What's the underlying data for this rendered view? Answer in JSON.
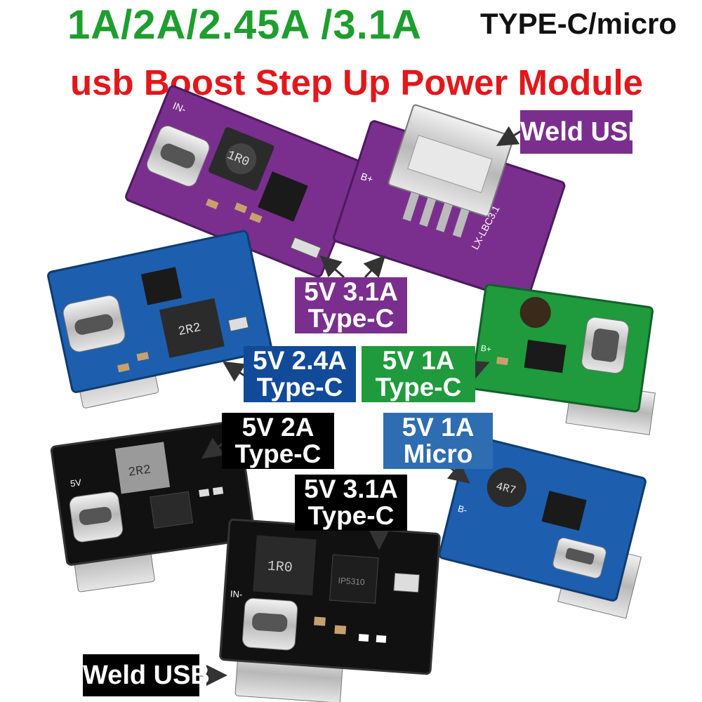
{
  "header": {
    "ratings": "1A/2A/2.45A /3.1A",
    "connector": "TYPE-C/micro",
    "product": "usb Boost Step Up Power Module"
  },
  "labels": {
    "purple_top": {
      "line1": "5V 3.1A",
      "line2": "Type-C"
    },
    "blue_type_c": {
      "line1": "5V 2.4A",
      "line2": "Type-C"
    },
    "green_type_c": {
      "line1": "5V 1A",
      "line2": "Type-C"
    },
    "black_left": {
      "line1": "5V 2A",
      "line2": "Type-C"
    },
    "blue_micro": {
      "line1": "5V 1A",
      "line2": "Micro"
    },
    "black_center": {
      "line1": "5V 3.1A",
      "line2": "Type-C"
    }
  },
  "callouts": {
    "weld_usb_top": "Weld USB",
    "weld_usb_bottom": "Weld USB"
  },
  "board_markings": {
    "inductor_purple": "1R0",
    "inductor_blue": "2R2",
    "inductor_black_left": "2R2",
    "inductor_blue_micro": "4R7",
    "inductor_black_center": "1R0",
    "purple_usb_board": "LX-LBC3.1",
    "chip_black_center": "IP5310",
    "pin_b_plus": "B+",
    "pin_b_minus": "B-",
    "pin_in_minus": "IN-",
    "pin_5v": "5V"
  },
  "colors": {
    "green_title": "#1e9e2e",
    "red_title": "#e3171b",
    "purple": "#7a2f8e",
    "blue_dark": "#124a9a",
    "green": "#1f9a3c",
    "black": "#000000",
    "blue_light": "#2f6db3"
  }
}
